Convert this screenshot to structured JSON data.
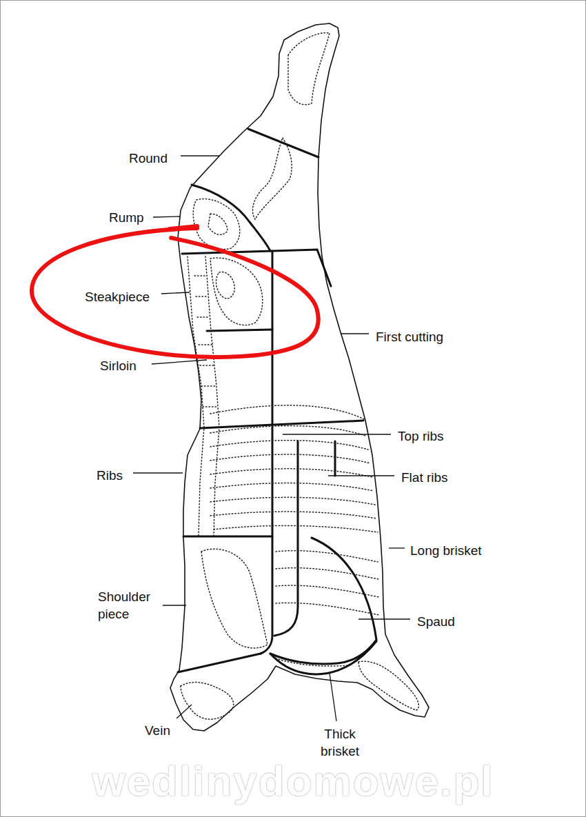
{
  "diagram": {
    "labels": [
      "Round",
      "Rump",
      "Steakpiece",
      "Sirloin",
      "Ribs",
      "Shoulder piece",
      "Vein",
      "Thick brisket",
      "Spaud",
      "Long brisket",
      "Flat ribs",
      "Top ribs",
      "First cutting",
      "wedlinydomowe.pl"
    ]
  }
}
